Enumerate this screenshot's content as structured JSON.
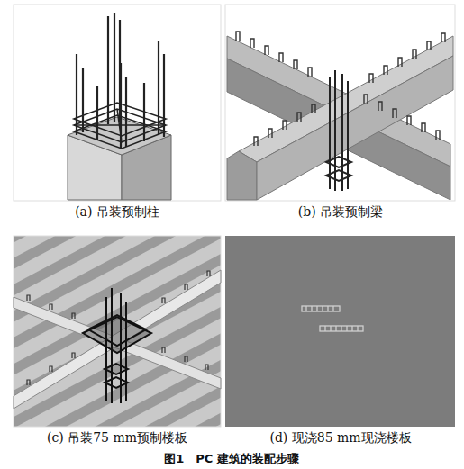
{
  "diagram": {
    "caption": "图1　PC 建筑的装配步骤",
    "labels": [
      "(a) 吊装预制柱",
      "(b) 吊装预制梁",
      "(c) 吊装75 mm预制楼板",
      "(d) 现浇85 mm现浇楼板"
    ]
  }
}
